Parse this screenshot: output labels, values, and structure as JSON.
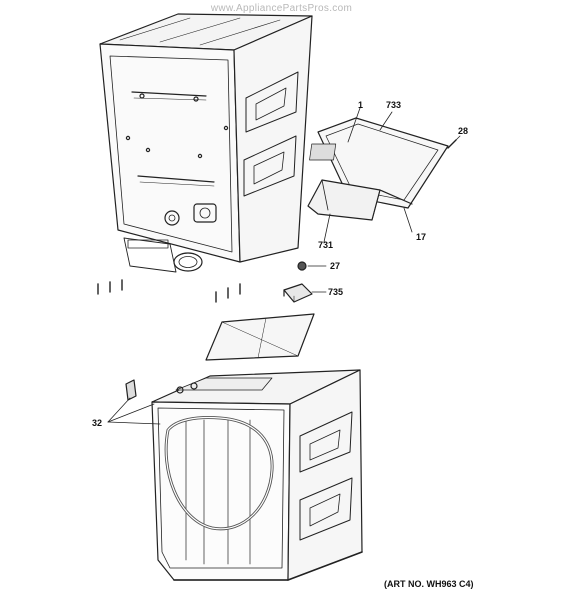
{
  "watermark": "www.AppliancePartsPros.com",
  "art_number": "(ART NO. WH963 C4)",
  "callouts": {
    "c1": "1",
    "c733": "733",
    "c28": "28",
    "c17": "17",
    "c731": "731",
    "c27": "27",
    "c735": "735",
    "c32": "32"
  }
}
